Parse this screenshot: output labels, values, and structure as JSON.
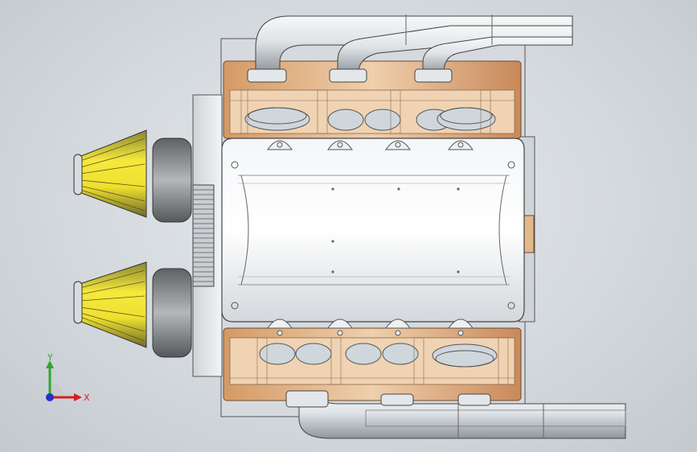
{
  "viewport": {
    "background_top": "#e6eaee",
    "background_bottom": "#c3c9cf"
  },
  "model": {
    "parts": [
      "exhaust-header-top",
      "exhaust-header-bottom",
      "cylinder-head-top",
      "cylinder-head-bottom",
      "valve-cover",
      "intake-manifold",
      "air-filter-upper",
      "air-filter-lower",
      "timing-pulley",
      "engine-block"
    ],
    "colors": {
      "copper": "#e2b98f",
      "copper_dark": "#b88456",
      "silver": "#dfe3e7",
      "silver_dark": "#8e959c",
      "filter_yellow": "#f2e233",
      "filter_dark": "#6e6a2a",
      "rubber": "#7b7d80"
    }
  },
  "triad": {
    "x_label": "X",
    "y_label": "Y",
    "x_color": "#d42020",
    "y_color": "#2fa52f",
    "z_color": "#2035c8"
  }
}
